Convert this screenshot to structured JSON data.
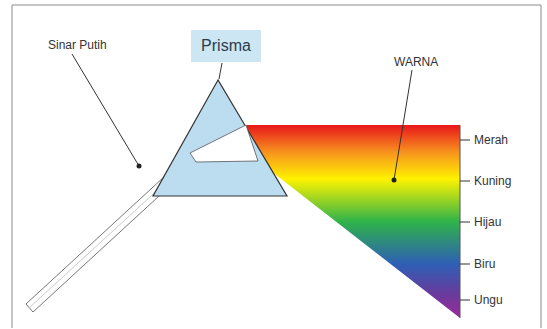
{
  "diagram": {
    "nodes": [
      {
        "text": [
          "Prisma"
        ]
      }
    ],
    "labels": [
      "Sinar Putih",
      "WARNA",
      "Merah",
      "Kuning",
      "Hijau",
      "Biru",
      "Ungu"
    ]
  }
}
